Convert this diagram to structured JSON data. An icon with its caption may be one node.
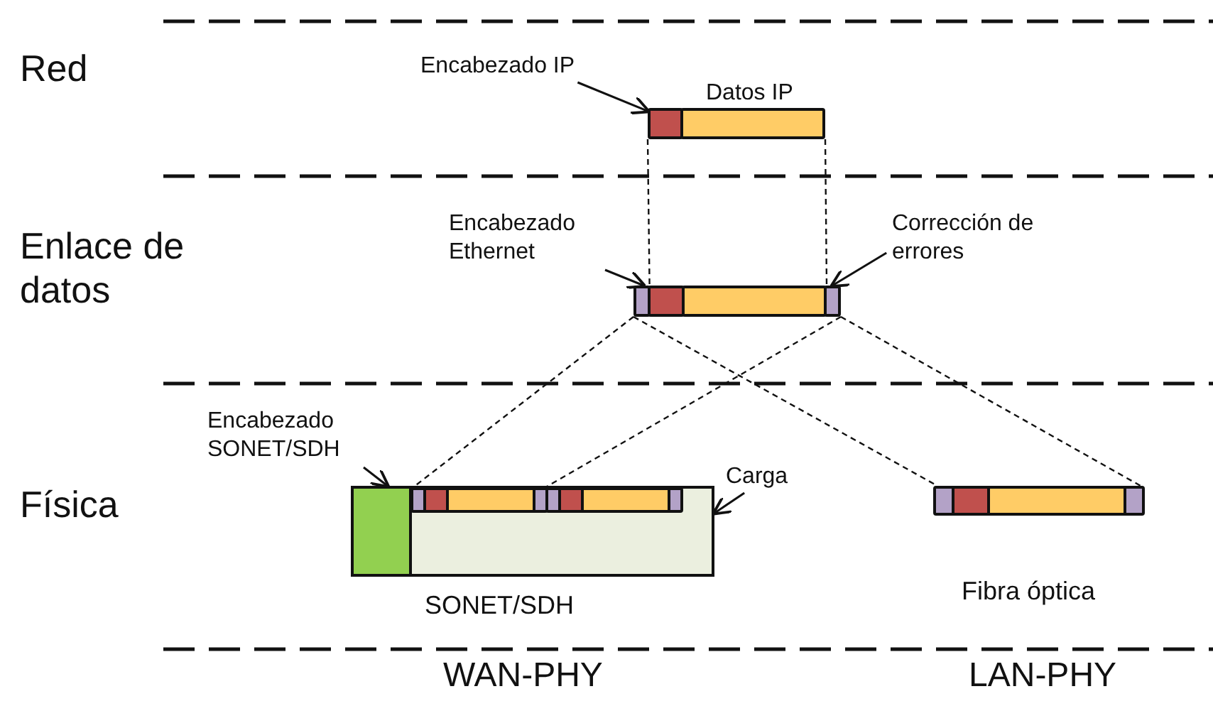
{
  "diagram": {
    "nodes": [
      {
        "text": [
          "Encabezado IP"
        ]
      },
      {
        "text": [],
        "shape": "bar"
      },
      {
        "text": [],
        "shape": "bar"
      },
      {
        "text": [
          "Encabezado Ethernet"
        ]
      },
      {
        "text": [
          "Corrección de errores"
        ]
      },
      {
        "text": [],
        "shape": "bar"
      },
      {
        "text": [],
        "shape": "bar"
      },
      {
        "text": [],
        "shape": "bar"
      },
      {
        "text": [],
        "shape": "bar"
      },
      {
        "text": [
          "Encabezado SONET/SDH"
        ]
      },
      {
        "text": [],
        "shape": "box",
        "beside": [
          "SONET/SDH"
        ]
      },
      {
        "text": [],
        "shape": "box",
        "in": 10
      },
      {
        "text": [],
        "shape": "box",
        "in": 10
      },
      {
        "text": [
          "Carga"
        ]
      },
      {
        "text": [],
        "shape": "bar",
        "in": 12
      },
      {
        "text": [],
        "shape": "bar",
        "in": 12
      },
      {
        "text": [],
        "shape": "bar",
        "beside": [
          "Fibra óptica"
        ]
      }
    ],
    "edges": [
      {
        "from": 0,
        "to": 1,
        "arrow": "to"
      },
      {
        "from": 1,
        "to": 6,
        "arrow": "none",
        "style": "dashed"
      },
      {
        "from": 2,
        "to": 7,
        "arrow": "none",
        "style": "dashed"
      },
      {
        "from": 3,
        "to": 5,
        "arrow": "to"
      },
      {
        "from": 4,
        "to": 8,
        "arrow": "to"
      },
      {
        "from": 5,
        "to": 14,
        "arrow": "none",
        "style": "dashed"
      },
      {
        "from": 8,
        "to": 14,
        "arrow": "none",
        "style": "dashed"
      },
      {
        "from": 5,
        "to": 16,
        "arrow": "none",
        "style": "dashed"
      },
      {
        "from": 8,
        "to": 16,
        "arrow": "none",
        "style": "dashed"
      },
      {
        "from": 9,
        "to": 11,
        "arrow": "to"
      },
      {
        "from": 13,
        "to": 12,
        "arrow": "to"
      }
    ],
    "labels": [
      "Red",
      "Datos IP",
      "Enlace de datos",
      "Física",
      "WAN-PHY",
      "LAN-PHY"
    ]
  }
}
